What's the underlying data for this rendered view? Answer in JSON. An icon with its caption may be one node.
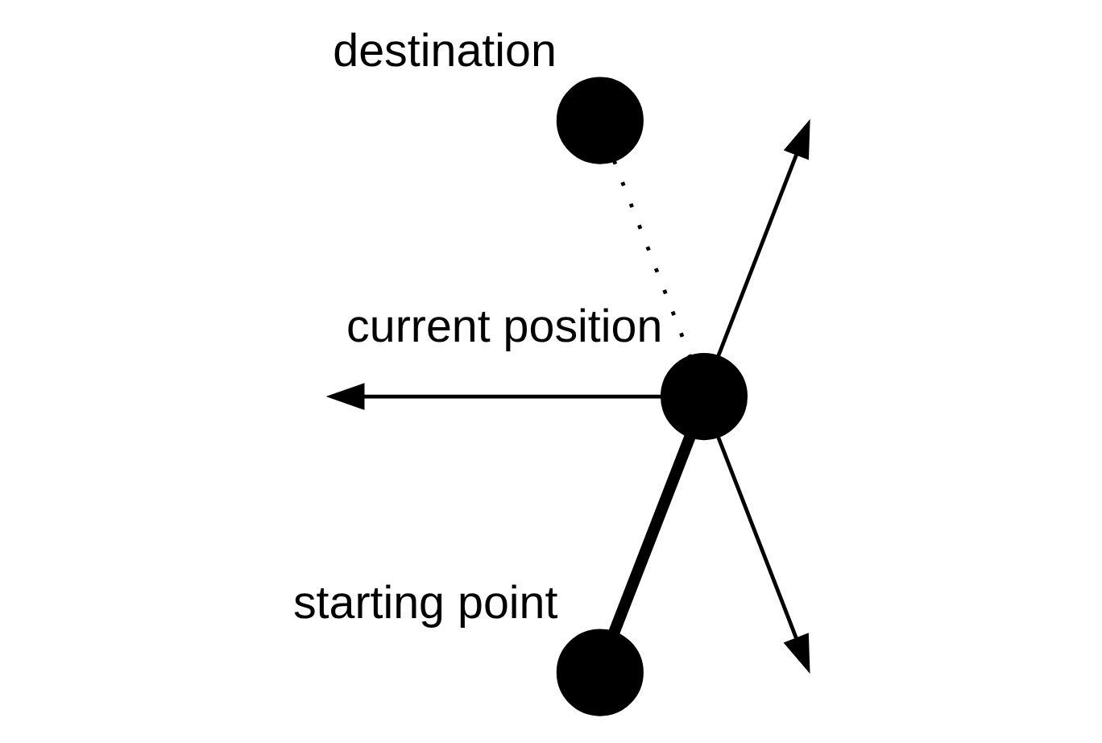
{
  "diagram": {
    "nodes": [
      {
        "text": [
          "destination"
        ]
      },
      {
        "text": [
          "current position"
        ]
      },
      {
        "text": [
          "starting point"
        ]
      }
    ],
    "edges": [
      {
        "from": 0,
        "to": 1,
        "arrow": "none",
        "style": "dashed"
      },
      {
        "from": 1,
        "to": 2,
        "arrow": "none",
        "style": "thick"
      },
      {
        "from": 1,
        "to": null,
        "arrow": "to"
      },
      {
        "from": 1,
        "to": null,
        "arrow": "to"
      },
      {
        "from": 1,
        "to": null,
        "arrow": "to"
      }
    ]
  }
}
